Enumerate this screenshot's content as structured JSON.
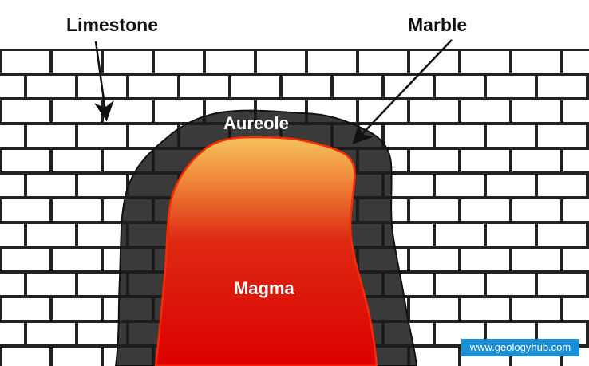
{
  "labels": {
    "limestone": "Limestone",
    "marble": "Marble",
    "aureole": "Aureole",
    "magma": "Magma"
  },
  "watermark": {
    "text": "www.geologyhub.com"
  },
  "colors": {
    "background": "#ffffff",
    "brick_fill": "#ffffff",
    "brick_mortar": "#222222",
    "aureole_marble": "#3a3a3a",
    "magma_top": "#f5b04a",
    "magma_mid": "#e8401c",
    "magma_bottom": "#dd0000",
    "magma_outline": "#ff2a00",
    "watermark_bg": "#1a8fd6",
    "label_dark": "#111111",
    "label_light": "#ffffff"
  }
}
